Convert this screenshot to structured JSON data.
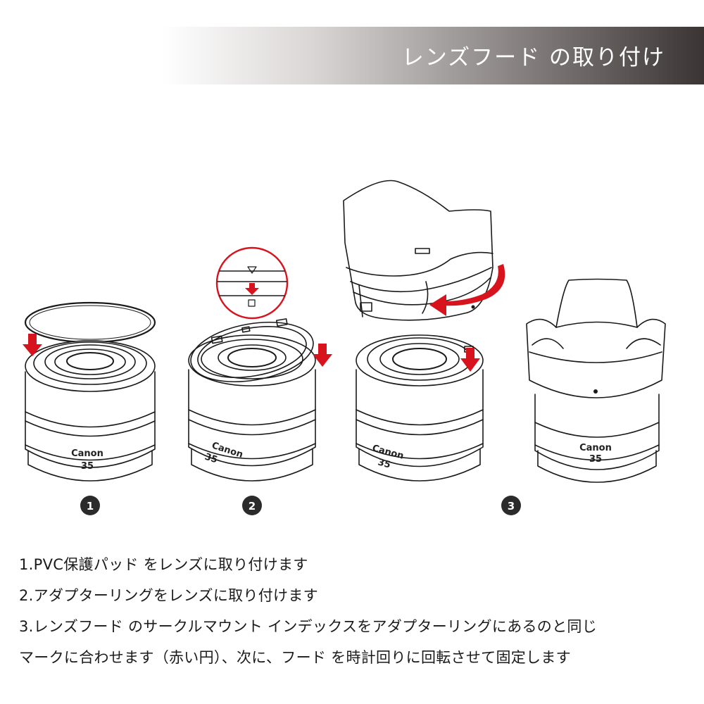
{
  "header": {
    "title": "レンズフード の取り付け"
  },
  "lens": {
    "brand": "Canon",
    "model": "35"
  },
  "step_numbers": [
    "1",
    "2",
    "3"
  ],
  "icons": {
    "arrow_color": "#d7141e",
    "arrow": "down-arrow-icon",
    "rotate": "rotate-clockwise-icon",
    "triangle": "triangle-index-icon",
    "square": "square-index-icon"
  },
  "instructions": [
    "1.PVC保護パッド をレンズに取り付けます",
    "2.アダプターリングをレンズに取り付けます",
    "3.レンズフード のサークルマウント インデックスをアダプターリングにあるのと同じ",
    "マークに合わせます（赤い円）、次に、フード を時計回りに回転させて固定します"
  ]
}
